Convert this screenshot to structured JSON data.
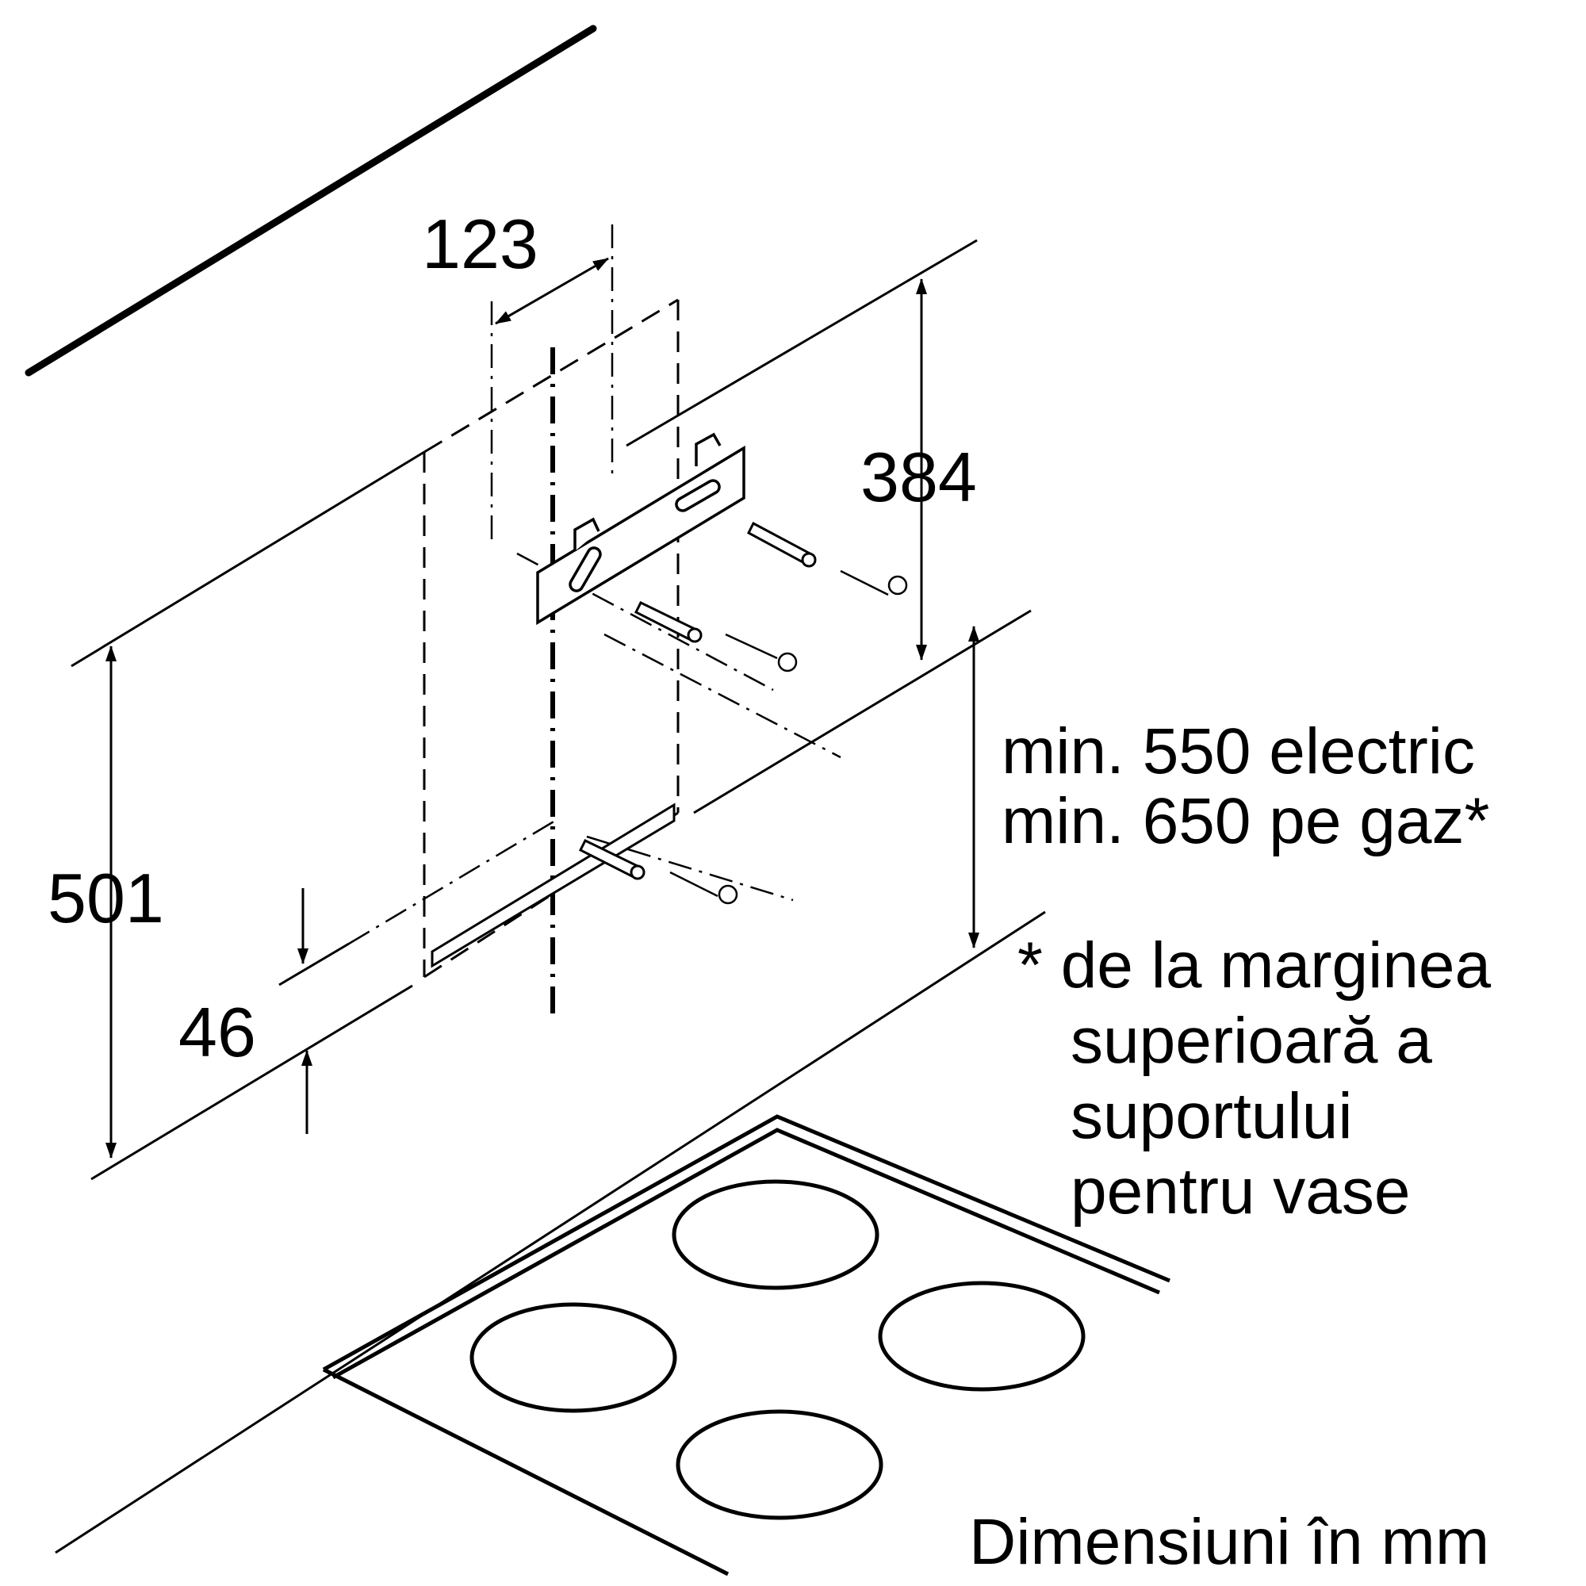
{
  "dimensions": {
    "d123": "123",
    "d384": "384",
    "d501": "501",
    "d46": "46"
  },
  "clearance": {
    "electric": "min. 550 electric",
    "gas": "min. 650 pe gaz*"
  },
  "footnote": {
    "line1": "* de la marginea",
    "line2": "superioară a",
    "line3": "suportului",
    "line4": "pentru vase"
  },
  "units_caption": "Dimensiuni în mm"
}
